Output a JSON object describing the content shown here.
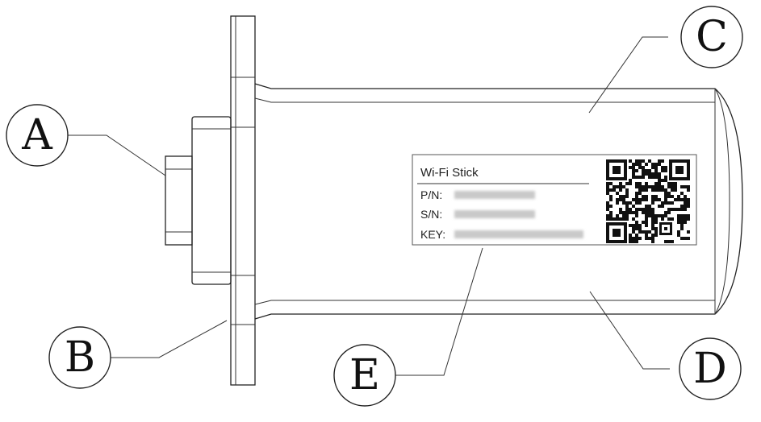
{
  "label": {
    "title": "Wi-Fi Stick",
    "fields": [
      {
        "key": "P/N:"
      },
      {
        "key": "S/N:"
      },
      {
        "key": "KEY:"
      }
    ]
  },
  "callouts": [
    {
      "letter": "A"
    },
    {
      "letter": "B"
    },
    {
      "letter": "C"
    },
    {
      "letter": "D"
    },
    {
      "letter": "E"
    }
  ]
}
